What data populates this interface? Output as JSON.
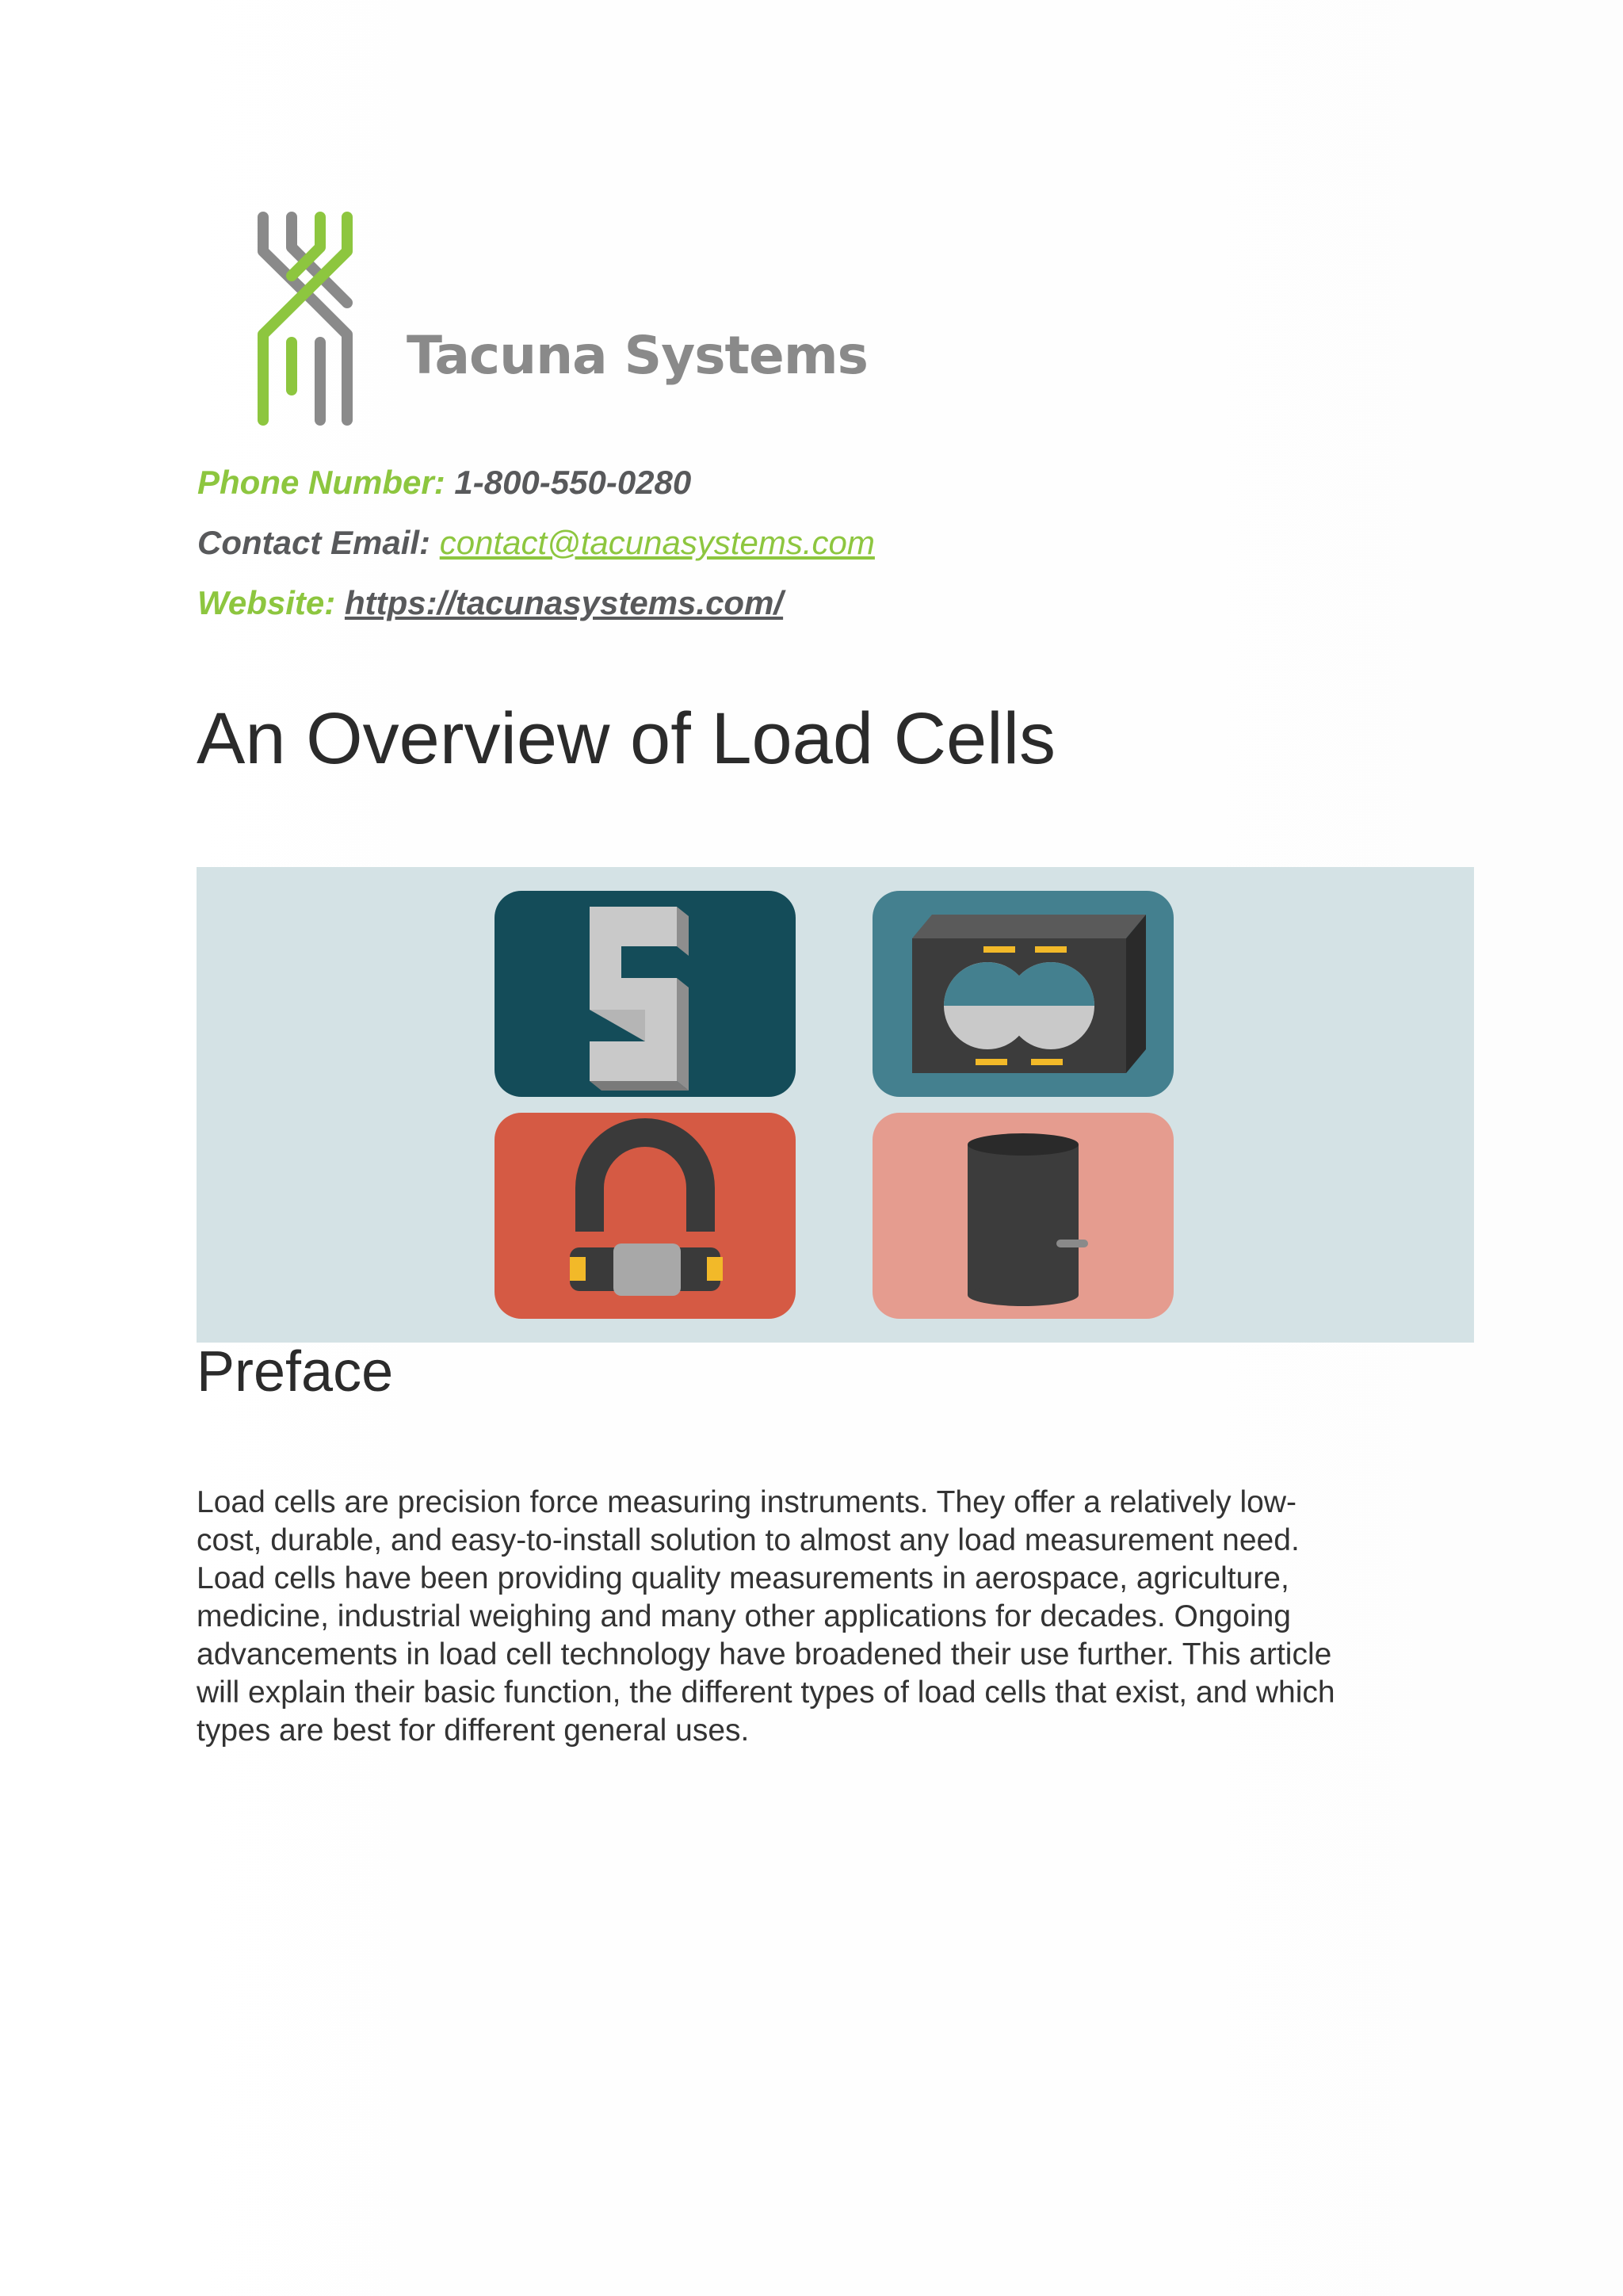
{
  "header": {
    "logo_text": "Tacuna Systems"
  },
  "contact": {
    "phone_label": "Phone Number:",
    "phone_value": "1-800-550-0280",
    "email_label": "Contact Email:",
    "email_value": "contact@tacunasystems.com",
    "website_label": "Website:",
    "website_value": "https://tacunasystems.com/"
  },
  "document": {
    "title": "An Overview of Load Cells",
    "section_heading": "Preface",
    "paragraph_lines": [
      "Load cells are precision force measuring instruments. They offer a relatively low-",
      "cost, durable, and easy-to-install solution to almost any load measurement need.",
      "Load cells have been providing quality measurements in aerospace, agriculture,",
      "medicine, industrial weighing and many other applications for decades. Ongoing",
      "advancements in load cell technology have broadened their use further. This article",
      "will explain their basic function, the different types of load cells that exist, and which",
      "types are best for different general uses."
    ]
  },
  "banner": {
    "tiles": [
      {
        "name": "s-type-load-cell-icon",
        "color": "#144c59"
      },
      {
        "name": "double-beam-load-cell-icon",
        "color": "#44808f"
      },
      {
        "name": "shackle-load-cell-icon",
        "color": "#d55a44"
      },
      {
        "name": "canister-load-cell-icon",
        "color": "#e59c8f"
      }
    ]
  },
  "colors": {
    "brand_green": "#8dc63f",
    "brand_gray": "#58595b",
    "banner_bg": "#d4e2e5"
  }
}
